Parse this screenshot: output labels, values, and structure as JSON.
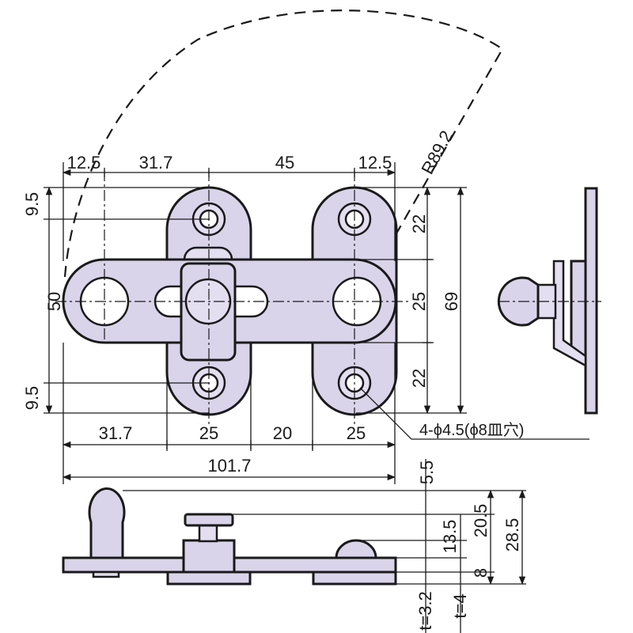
{
  "dimensions": {
    "top": [
      "12.5",
      "31.7",
      "45",
      "12.5"
    ],
    "radius": "R89.2",
    "left_top": "9.5",
    "left_middle": "50",
    "left_bottom": "9.5",
    "right_top": "22",
    "right_middle": "25",
    "right_bottom": "22",
    "right_total": "69",
    "bottom_row": [
      "31.7",
      "25",
      "20",
      "25"
    ],
    "overall_width": "101.7",
    "hole_callout": "4-ϕ4.5(ϕ8皿穴)",
    "side": [
      "5.5",
      "13.5",
      "20.5",
      "28.5",
      "8"
    ],
    "thickness": [
      "t=3.2",
      "t=4"
    ]
  },
  "colors": {
    "part_fill": "#d9d4ea",
    "line": "#1a1a1a"
  }
}
